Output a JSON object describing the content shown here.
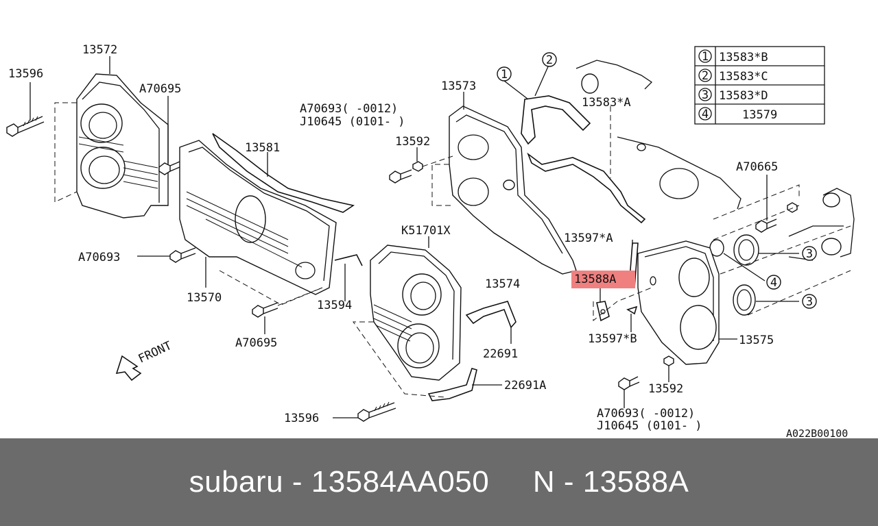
{
  "labels": {
    "p13596_top": "13596",
    "p13572": "13572",
    "a70695_top": "A70695",
    "p13581": "13581",
    "a70693_left": "A70693",
    "p13570": "13570",
    "p13594": "13594",
    "a70695_bottom": "A70695",
    "front": "FRONT",
    "a70693_center": "A70693(   -0012)",
    "j10645_center": "J10645 (0101-    )",
    "p13573": "13573",
    "p13592_center": "13592",
    "k51701x": "K51701X",
    "p13574": "13574",
    "p22691": "22691",
    "p22691a": "22691A",
    "p13596_bottom": "13596",
    "p13583a": "13583*A",
    "p13597a": "13597*A",
    "p13588a_highlight": "13588A",
    "p13597b": "13597*B",
    "a70665": "A70665",
    "p13575": "13575",
    "p13592_right": "13592",
    "a70693_bottom": "A70693(    -0012)",
    "j10645_bottom": "J10645 (0101-    )",
    "callout_1": "1",
    "callout_2": "2",
    "callout_3a": "3",
    "callout_3b": "3",
    "callout_4": "4",
    "diagram_code": "A022B00100"
  },
  "legend": [
    {
      "num": "1",
      "part": "13583*B"
    },
    {
      "num": "2",
      "part": "13583*C"
    },
    {
      "num": "3",
      "part": "13583*D"
    },
    {
      "num": "4",
      "part": "13579"
    }
  ],
  "colors": {
    "highlight": "#f08080",
    "footer_bg": "#6b6b6b",
    "footer_text": "#ffffff"
  },
  "footer": {
    "text": "subaru - 13584AA050     N - 13588A"
  }
}
